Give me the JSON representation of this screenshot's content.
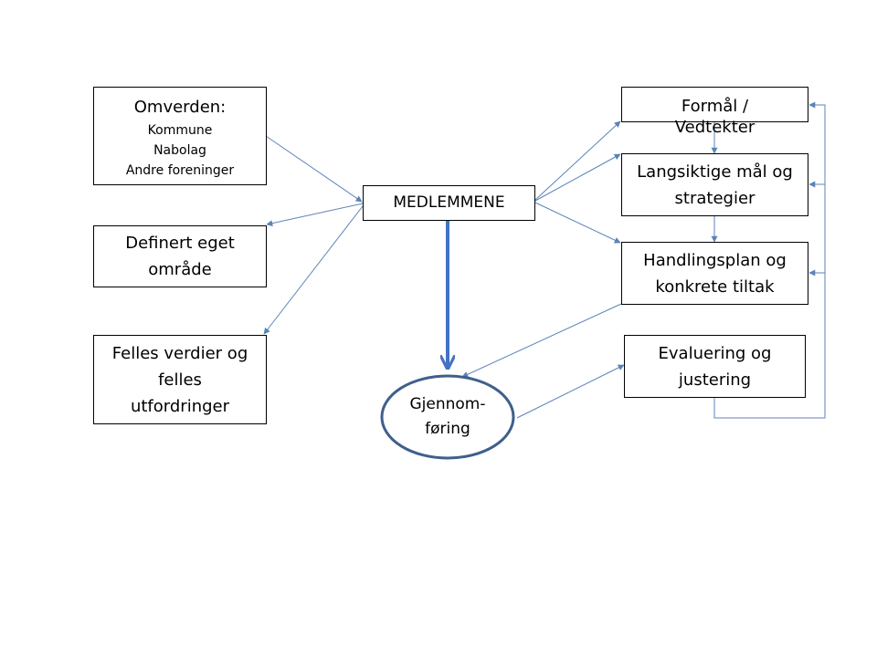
{
  "boxes": {
    "omverden": {
      "title": "Omverden:",
      "lines": [
        "Kommune",
        "Nabolag",
        "Andre foreninger"
      ]
    },
    "definert": {
      "lines": [
        "Definert eget",
        "område"
      ]
    },
    "felles": {
      "lines": [
        "Felles verdier og",
        "felles",
        "utfordringer"
      ]
    },
    "medlemmene": {
      "label": "MEDLEMMENE"
    },
    "formal": {
      "lines": [
        "Formål /",
        "Vedtekter"
      ]
    },
    "langsiktige": {
      "lines": [
        "Langsiktige mål og",
        "strategier"
      ]
    },
    "handlingsplan": {
      "lines": [
        "Handlingsplan og",
        "konkrete tiltak"
      ]
    },
    "evaluering": {
      "lines": [
        "Evaluering og",
        "justering"
      ]
    },
    "gjennomforing": {
      "lines": [
        "Gjennom-",
        "føring"
      ]
    }
  },
  "colors": {
    "arrow": "#5b83b8",
    "thick_arrow": "#4472c4",
    "oval_border": "#3f5f8c",
    "box_border": "#000000"
  }
}
